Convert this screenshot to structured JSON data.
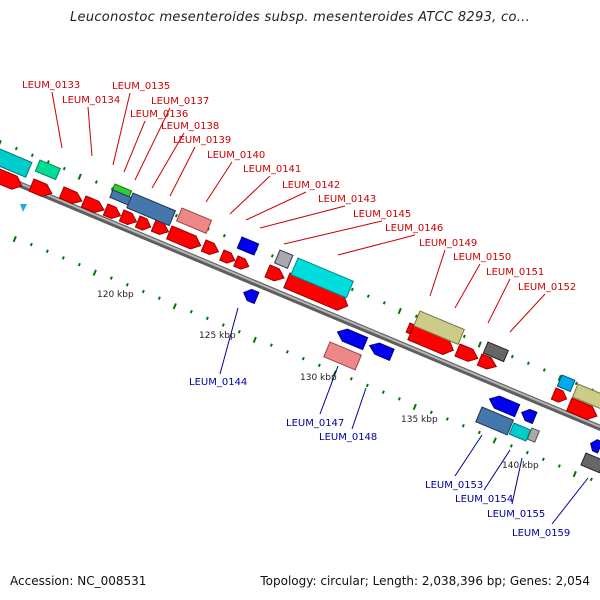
{
  "title": "Leuconostoc mesenteroides subsp. mesenteroides ATCC 8293, co...",
  "footer": {
    "accession": "Accession: NC_008531",
    "summary": "Topology: circular; Length: 2,038,396 bp; Genes: 2,054"
  },
  "colors": {
    "gene_forward": "#ff0000",
    "gene_reverse": "#0000ee",
    "backbone": "#888888",
    "label_forward": "#cc0000",
    "label_reverse": "#000099",
    "tick": "#007700"
  },
  "scale_labels": [
    "120 kbp",
    "125 kbp",
    "130 kbp",
    "135 kbp",
    "140 kbp"
  ],
  "gene_labels_top": [
    "LEUM_0133",
    "LEUM_0134",
    "LEUM_0135",
    "LEUM_0136",
    "LEUM_0137",
    "LEUM_0138",
    "LEUM_0139",
    "LEUM_0140",
    "LEUM_0141",
    "LEUM_0142",
    "LEUM_0143",
    "LEUM_0145",
    "LEUM_0146",
    "LEUM_0149",
    "LEUM_0150",
    "LEUM_0151",
    "LEUM_0152"
  ],
  "gene_labels_bottom": [
    "LEUM_0144",
    "LEUM_0147",
    "LEUM_0148",
    "LEUM_0153",
    "LEUM_0154",
    "LEUM_0155",
    "LEUM_0159"
  ]
}
